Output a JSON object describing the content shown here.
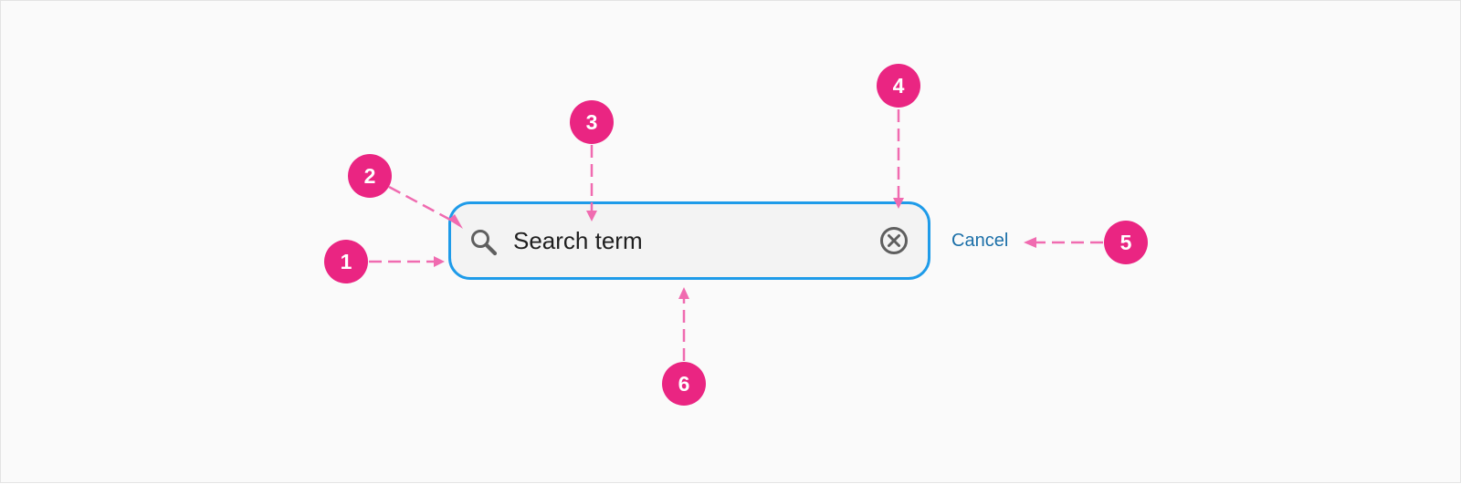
{
  "search": {
    "value": "Search term",
    "clear_icon": "clear-circle-icon",
    "search_icon": "magnifier-icon"
  },
  "cancel_label": "Cancel",
  "callouts": [
    {
      "label": "1"
    },
    {
      "label": "2"
    },
    {
      "label": "3"
    },
    {
      "label": "4"
    },
    {
      "label": "5"
    },
    {
      "label": "6"
    }
  ],
  "colors": {
    "focus_border": "#1e9be9",
    "field_fill": "#f3f3f3",
    "cancel_link": "#1b6fa8",
    "callout_badge": "#ea2582",
    "callout_line": "#f06bb0"
  }
}
